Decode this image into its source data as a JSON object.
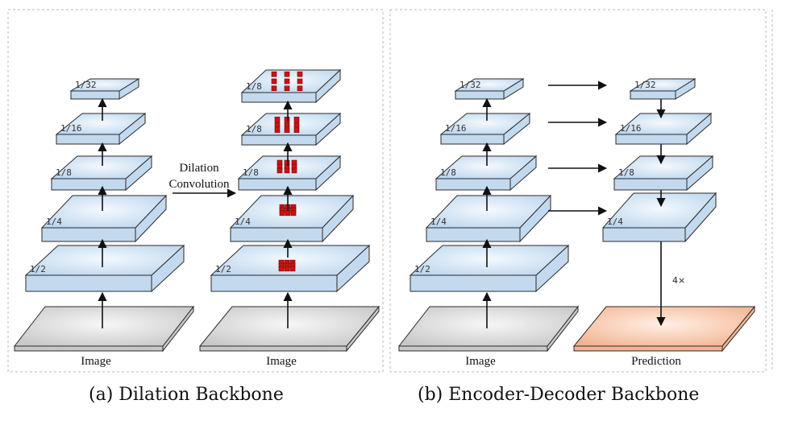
{
  "colors": {
    "layer_top_light": "#f4f9fd",
    "layer_top_dark": "#bcd6ee",
    "layer_side": "#c3d9ee",
    "layer_edge": "#2b2b2b",
    "image_top": "#f7f7f7",
    "image_dark": "#c8c8c8",
    "prediction_top": "#fff0e6",
    "prediction_dark": "#f3b491",
    "kernel": "#c91414",
    "panel_border": "#b9b9b9"
  },
  "panel_a": {
    "caption": "(a) Dilation Backbone",
    "left_stack": {
      "base_label": "Image",
      "layers": [
        "1/2",
        "1/4",
        "1/8",
        "1/16",
        "1/32"
      ]
    },
    "right_stack": {
      "base_label": "Image",
      "layers": [
        "1/2",
        "1/4",
        "1/8",
        "1/8",
        "1/8"
      ]
    },
    "transition_label_line1": "Dilation",
    "transition_label_line2": "Convolution"
  },
  "panel_b": {
    "caption": "(b) Encoder-Decoder Backbone",
    "encoder": {
      "base_label": "Image",
      "layers": [
        "1/2",
        "1/4",
        "1/8",
        "1/16",
        "1/32"
      ]
    },
    "decoder": {
      "layers": [
        "1/4",
        "1/8",
        "1/16",
        "1/32"
      ],
      "upsample_label": "4×",
      "output_label": "Prediction"
    }
  }
}
